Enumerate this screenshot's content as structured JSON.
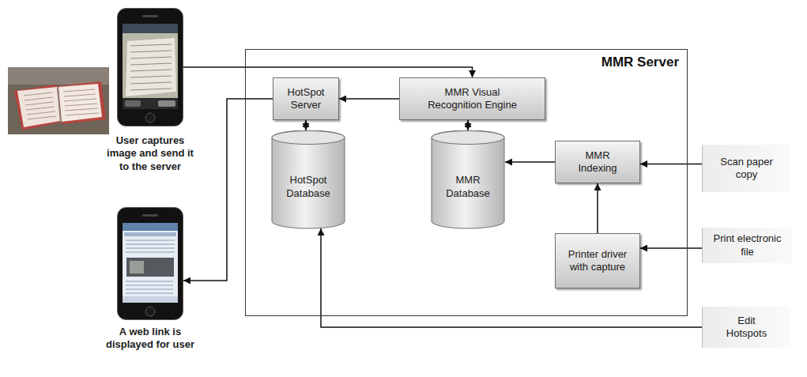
{
  "diagram": {
    "nodes": [
      {
        "text": [
          "User captures image and send it to the server"
        ]
      },
      {
        "text": [
          "MMR Server"
        ]
      },
      {
        "text": [
          "HotSpot Server"
        ],
        "in": 1
      },
      {
        "text": [
          "MMR Visual Recognition Engine"
        ],
        "in": 1
      },
      {
        "text": [
          "HotSpot Database"
        ],
        "in": 1
      },
      {
        "text": [
          "MMR Database"
        ],
        "in": 1
      },
      {
        "text": [
          "MMR Indexing"
        ],
        "in": 1
      },
      {
        "text": [
          "Scan paper copy"
        ]
      },
      {
        "text": [
          "Printer driver with capture"
        ],
        "in": 1
      },
      {
        "text": [
          "Print electronic file"
        ]
      },
      {
        "text": [
          "A web link is displayed for user"
        ]
      },
      {
        "text": [
          "Edit Hotspots"
        ]
      }
    ],
    "edges": [
      {
        "from": 0,
        "to": 3,
        "arrow": "to"
      },
      {
        "from": 3,
        "to": 2,
        "arrow": "to"
      },
      {
        "from": 2,
        "to": 4,
        "arrow": "both"
      },
      {
        "from": 3,
        "to": 5,
        "arrow": "both"
      },
      {
        "from": 6,
        "to": 5,
        "arrow": "to"
      },
      {
        "from": 7,
        "to": 6,
        "arrow": "to"
      },
      {
        "from": 8,
        "to": 6,
        "arrow": "to"
      },
      {
        "from": 9,
        "to": 8,
        "arrow": "to"
      },
      {
        "from": 2,
        "to": 10,
        "arrow": "to"
      },
      {
        "from": 11,
        "to": 4,
        "arrow": "to"
      }
    ]
  }
}
